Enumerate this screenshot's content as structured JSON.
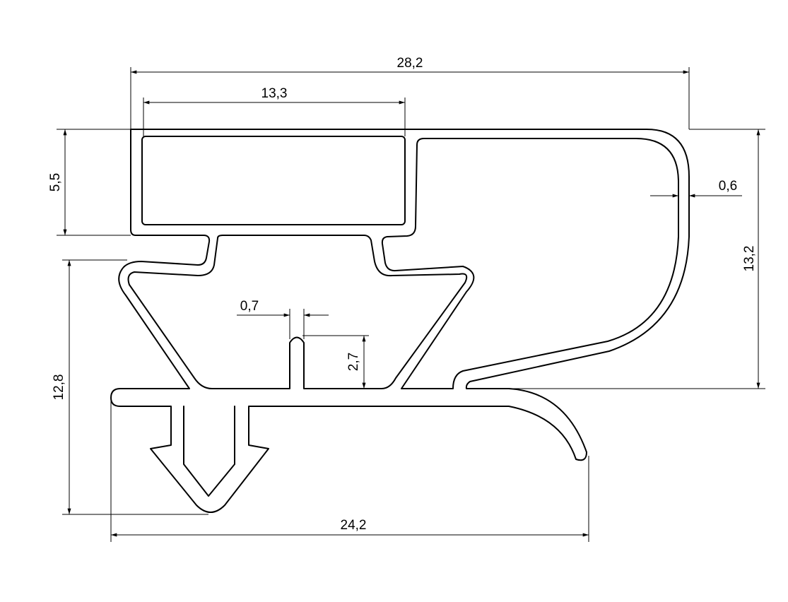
{
  "drawing": {
    "title": "Gasket profile cross-section",
    "line_color": "#000000",
    "background": "#ffffff",
    "dimensions": {
      "overall_width": "28,2",
      "chamber_width": "13,3",
      "chamber_height": "5,5",
      "wall_thickness_right": "0,6",
      "overall_height_upper": "13,2",
      "fin_thickness": "0,7",
      "fin_height": "2,7",
      "overall_height_lower": "12,8",
      "base_width": "24,2"
    }
  }
}
